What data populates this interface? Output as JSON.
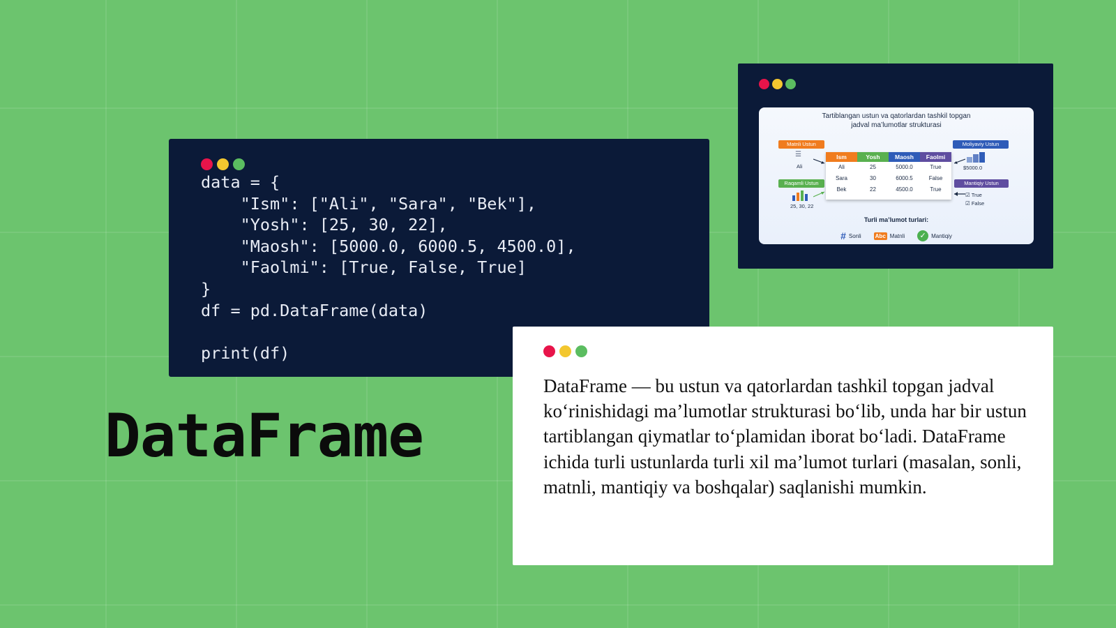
{
  "code_window": {
    "lines": [
      "data = {",
      "    \"Ism\": [\"Ali\", \"Sara\", \"Bek\"],",
      "    \"Yosh\": [25, 30, 22],",
      "    \"Maosh\": [5000.0, 6000.5, 4500.0],",
      "    \"Faolmi\": [True, False, True]",
      "}",
      "df = pd.DataFrame(data)",
      "",
      "print(df)"
    ]
  },
  "title": "DataFrame",
  "figure": {
    "title_line1": "Tartiblangan ustun va qatorlardan tashkil topgan",
    "title_line2": "jadval ma’lumotlar strukturasi",
    "labels": {
      "left_top": "Matnli Ustun",
      "left_top_value": "Ali",
      "left_bottom": "Raqamli Ustun",
      "left_bottom_value": "25, 30, 22",
      "right_top": "Moliyaviy Ustun",
      "right_top_value": "$5000.0",
      "right_bottom": "Mantiqiy Ustun",
      "right_bottom_true": "True",
      "right_bottom_false": "False"
    },
    "table": {
      "headers": [
        "Ism",
        "Yosh",
        "Maosh",
        "Faolmi"
      ],
      "rows": [
        [
          "Ali",
          "25",
          "5000.0",
          "True"
        ],
        [
          "Sara",
          "30",
          "6000.5",
          "False"
        ],
        [
          "Bek",
          "22",
          "4500.0",
          "True"
        ]
      ]
    },
    "types_title": "Turli ma’lumot turlari:",
    "types": [
      "Sonli",
      "Matnli",
      "Mantiqiy"
    ],
    "type_icons": [
      "hash-icon",
      "abc-icon",
      "check-icon"
    ]
  },
  "description": "DataFrame — bu ustun va qatorlardan tashkil topgan jadval ko‘rinishidagi ma’lumotlar strukturasi bo‘lib, unda har bir ustun tartiblangan qiymatlar to‘plamidan iborat bo‘ladi. DataFrame ichida turli ustunlarda turli xil ma’lumot turlari (masalan, sonli, matnli, mantiqiy va boshqalar) saqlanishi mumkin.",
  "colors": {
    "background": "#6cc46e",
    "window_dark": "#0b1a38",
    "dot_red": "#e8144a",
    "dot_yellow": "#f3c72f",
    "dot_green": "#5bbd60",
    "header_orange": "#f07c1e",
    "header_green": "#59b04f",
    "header_blue": "#2f5cb8",
    "header_purple": "#5f4da0"
  }
}
